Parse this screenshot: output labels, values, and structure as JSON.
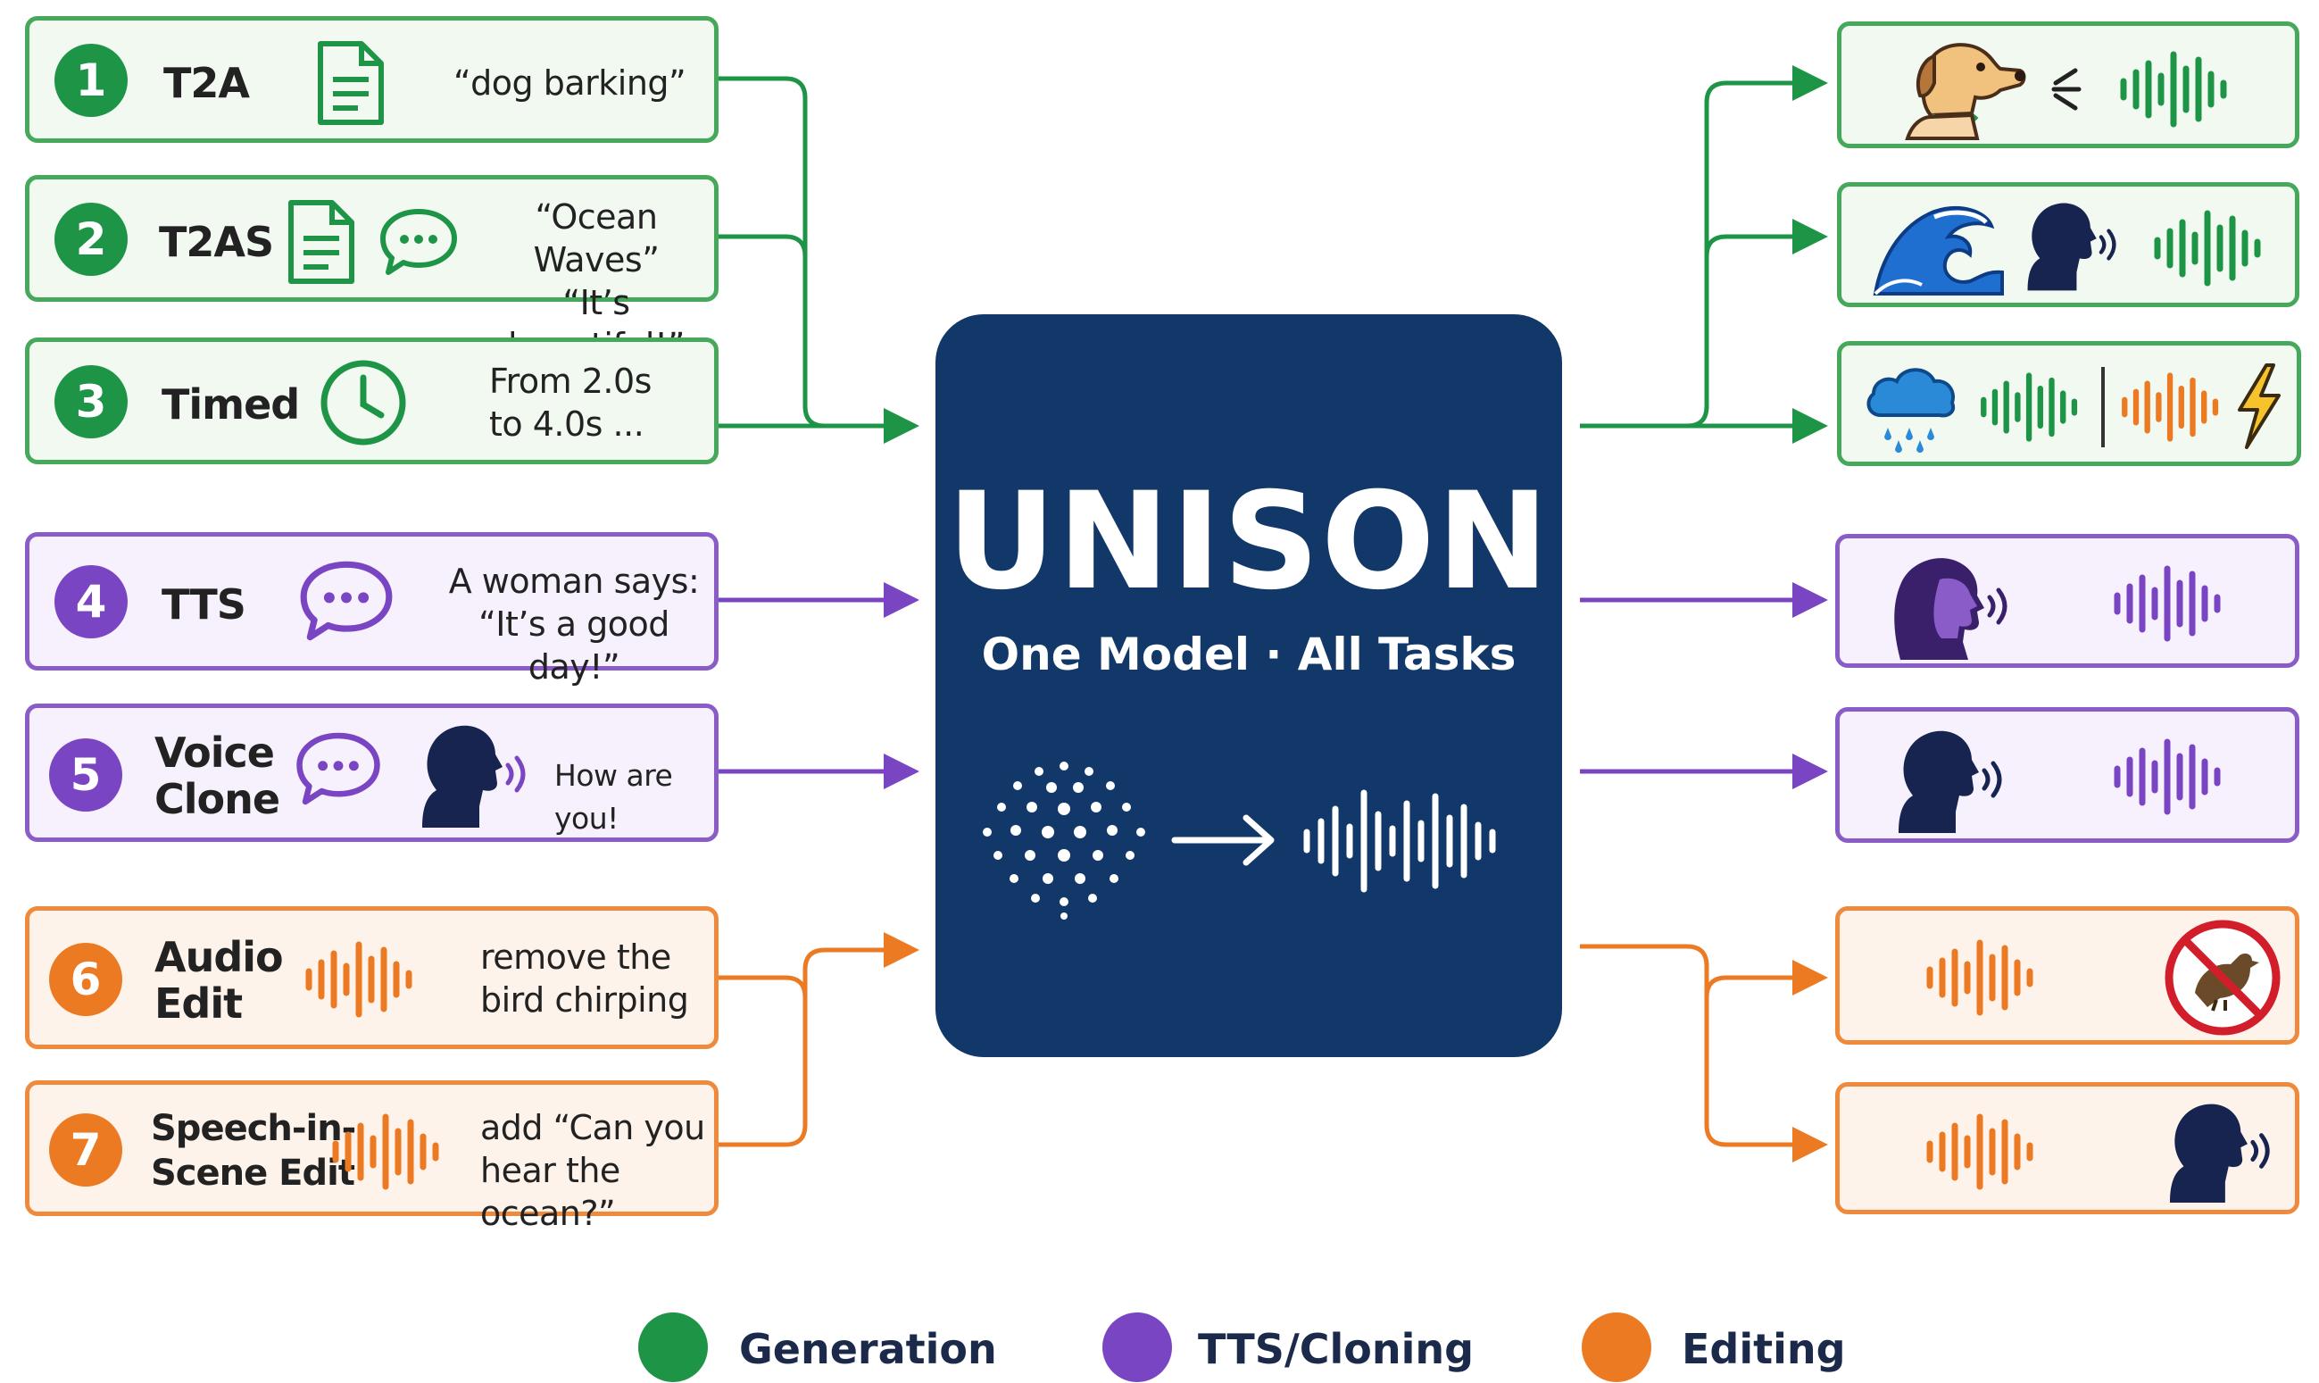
{
  "colors": {
    "generation": "#1e9447",
    "tts": "#7a45c2",
    "editing": "#ec7a23",
    "model_bg": "#123769"
  },
  "model": {
    "title": "UNISON",
    "subtitle": "One Model · All Tasks"
  },
  "tasks": [
    {
      "num": "1",
      "label": "T2A",
      "prompt": "“dog barking”",
      "category": "generation",
      "icons": [
        "document-icon"
      ]
    },
    {
      "num": "2",
      "label": "T2AS",
      "prompt": "“Ocean Waves”\n“It’s beautiful!”",
      "category": "generation",
      "icons": [
        "document-icon",
        "speech-bubble-icon"
      ]
    },
    {
      "num": "3",
      "label": "Timed",
      "prompt": "From 2.0s\nto 4.0s ...",
      "category": "generation",
      "icons": [
        "clock-icon"
      ]
    },
    {
      "num": "4",
      "label": "TTS",
      "prompt": "A woman says:\n“It’s a good day!”",
      "category": "tts",
      "icons": [
        "speech-bubble-icon"
      ]
    },
    {
      "num": "5",
      "label": "Voice\nClone",
      "prompt": "How are you!",
      "category": "tts",
      "icons": [
        "speech-bubble-icon",
        "speaking-head-icon"
      ]
    },
    {
      "num": "6",
      "label": "Audio\nEdit",
      "prompt": "remove the\nbird chirping",
      "category": "editing",
      "icons": [
        "waveform-icon"
      ]
    },
    {
      "num": "7",
      "label": "Speech-in-\nScene Edit",
      "prompt": "add “Can you\nhear the ocean?”",
      "category": "editing",
      "icons": [
        "waveform-icon"
      ]
    }
  ],
  "outputs": [
    {
      "category": "generation",
      "icons": [
        "dog-icon",
        "bark-lines-icon",
        "waveform-icon"
      ]
    },
    {
      "category": "generation",
      "icons": [
        "wave-icon",
        "speaking-head-icon",
        "waveform-icon"
      ]
    },
    {
      "category": "generation",
      "icons": [
        "rain-cloud-icon",
        "waveform-icon",
        "divider",
        "waveform-icon",
        "lightning-icon"
      ]
    },
    {
      "category": "tts",
      "icons": [
        "woman-speaking-icon",
        "waveform-icon"
      ]
    },
    {
      "category": "tts",
      "icons": [
        "speaking-head-icon",
        "waveform-icon"
      ]
    },
    {
      "category": "editing",
      "icons": [
        "waveform-icon",
        "no-bird-icon"
      ]
    },
    {
      "category": "editing",
      "icons": [
        "waveform-icon",
        "speaking-head-icon"
      ]
    }
  ],
  "legend": [
    {
      "label": "Generation",
      "color": "#1e9447"
    },
    {
      "label": "TTS/Cloning",
      "color": "#7a45c2"
    },
    {
      "label": "Editing",
      "color": "#ec7a23"
    }
  ]
}
